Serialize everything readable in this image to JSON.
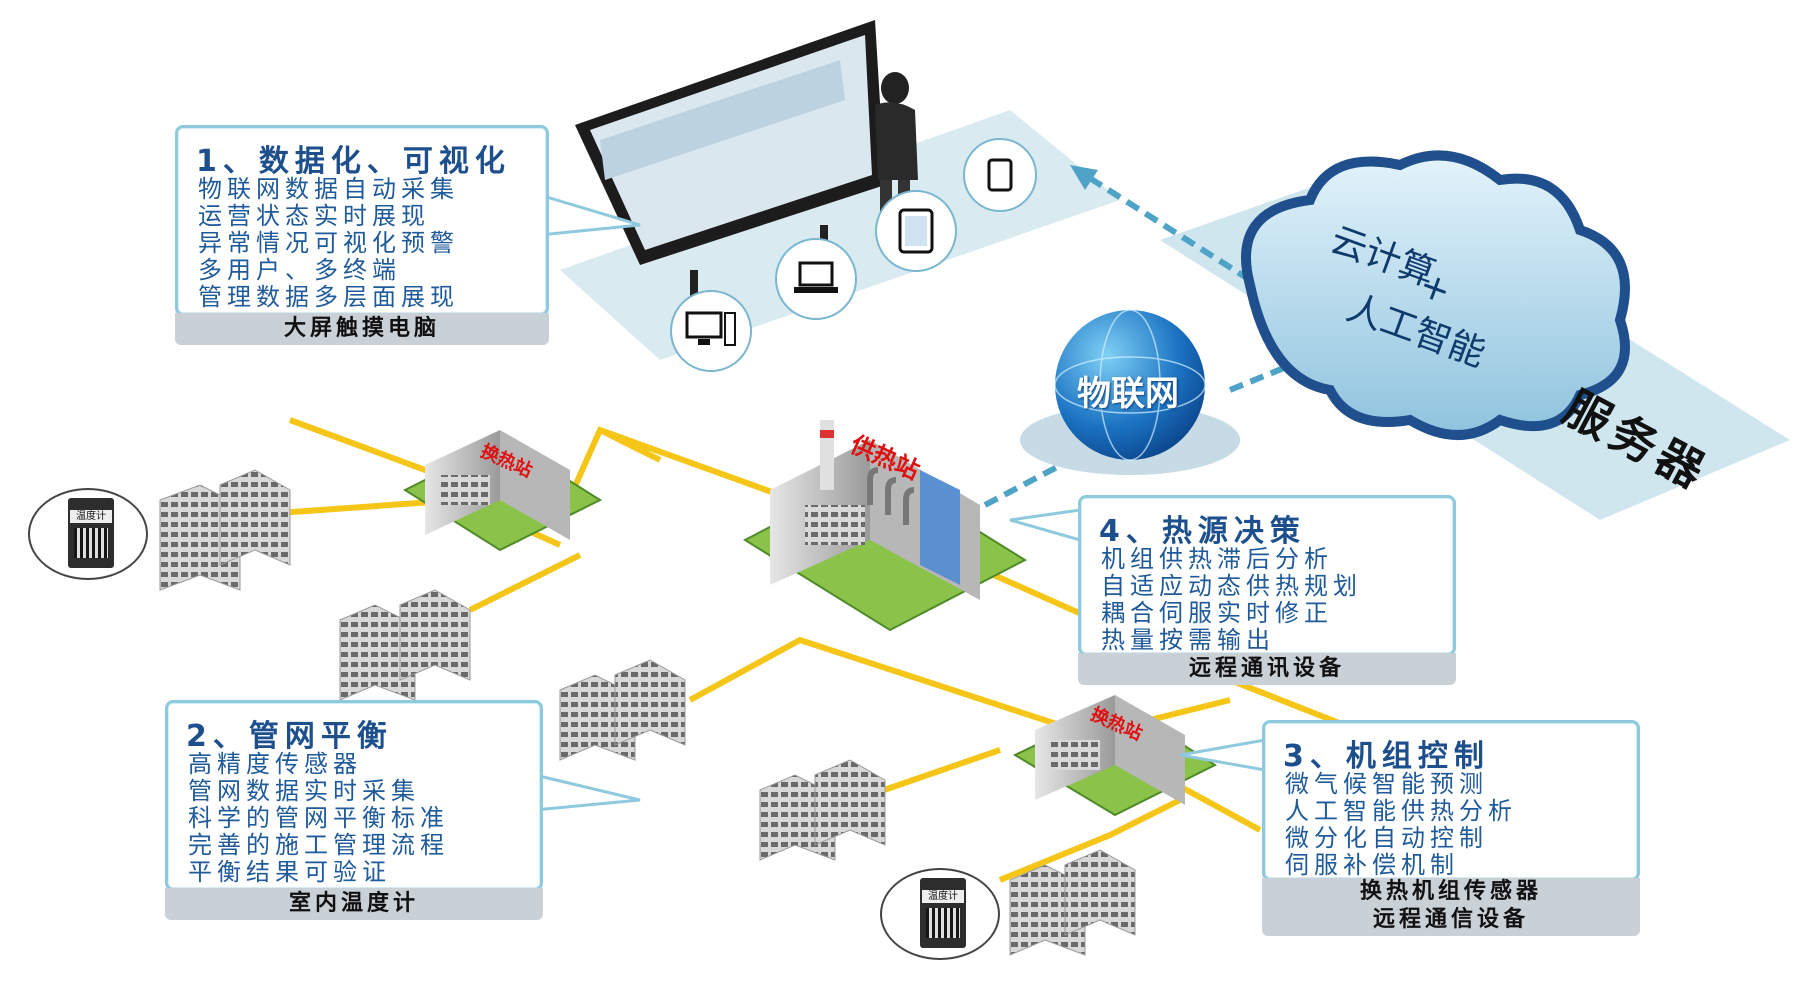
{
  "callouts": {
    "c1": {
      "title": "1、数据化、可视化",
      "items": [
        "物联网数据自动采集",
        "运营状态实时展现",
        "异常情况可视化预警",
        "多用户、多终端",
        "管理数据多层面展现"
      ],
      "footer": "大屏触摸电脑"
    },
    "c2": {
      "title": "2、管网平衡",
      "items": [
        "高精度传感器",
        "管网数据实时采集",
        "科学的管网平衡标准",
        "完善的施工管理流程",
        "平衡结果可验证"
      ],
      "footer": "室内温度计"
    },
    "c3": {
      "title": "3、机组控制",
      "items": [
        "微气候智能预测",
        "人工智能供热分析",
        "微分化自动控制",
        "伺服补偿机制"
      ],
      "footer_lines": [
        "换热机组传感器",
        "远程通信设备"
      ]
    },
    "c4": {
      "title": "4、热源决策",
      "items": [
        "机组供热滞后分析",
        "自适应动态供热规划",
        "耦合伺服实时修正",
        "热量按需输出"
      ],
      "footer": "远程通讯设备"
    }
  },
  "cloud": {
    "line1": "云计算",
    "plus": "+",
    "line2": "人工智能"
  },
  "server_label": "服务器",
  "iot_label": "物联网",
  "stations": {
    "main": "供热站",
    "sub_a": "换热站",
    "sub_b": "换热站"
  },
  "thermometer_label": "温度计",
  "colors": {
    "pipe": "#f5c518",
    "callout_border": "#8ec9de",
    "title": "#1d4f8c",
    "item": "#1f5a9a",
    "footer_bg": "#c9d0d6",
    "station_text": "#e01010",
    "cloud": "#3f8fc2",
    "arrow": "#4fa3c7"
  }
}
